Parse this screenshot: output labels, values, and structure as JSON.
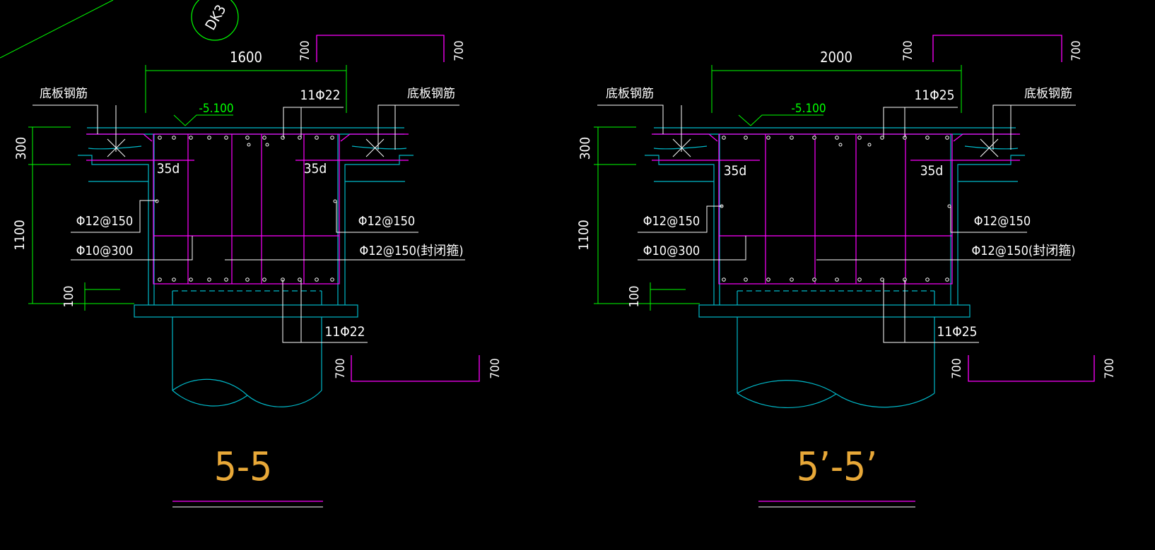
{
  "colors": {
    "background": "#000000",
    "cyan": "#00b8c8",
    "magenta": "#ff00ff",
    "green": "#00ff00",
    "white": "#ffffff",
    "orange": "#e8a838"
  },
  "corner_label": "DK3",
  "sections": [
    {
      "title": "5-5",
      "width_dim": "1600",
      "elevation": "-5.100",
      "left_slab_label": "底板钢筋",
      "right_slab_label": "底板钢筋",
      "top_bars": "11Φ22",
      "bottom_bars": "11Φ22",
      "anchor_left": "35d",
      "anchor_right": "35d",
      "side_left_1": "Φ12@150",
      "side_left_2": "Φ10@300",
      "side_right_1": "Φ12@150",
      "side_right_2": "Φ12@150(封闭箍)",
      "dim_300": "300",
      "dim_1100": "1100",
      "dim_100": "100",
      "dim_700": "700"
    },
    {
      "title": "5’-5’",
      "width_dim": "2000",
      "elevation": "-5.100",
      "left_slab_label": "底板钢筋",
      "right_slab_label": "底板钢筋",
      "top_bars": "11Φ25",
      "bottom_bars": "11Φ25",
      "anchor_left": "35d",
      "anchor_right": "35d",
      "side_left_1": "Φ12@150",
      "side_left_2": "Φ10@300",
      "side_right_1": "Φ12@150",
      "side_right_2": "Φ12@150(封闭箍)",
      "dim_300": "300",
      "dim_1100": "1100",
      "dim_100": "100",
      "dim_700": "700"
    }
  ]
}
